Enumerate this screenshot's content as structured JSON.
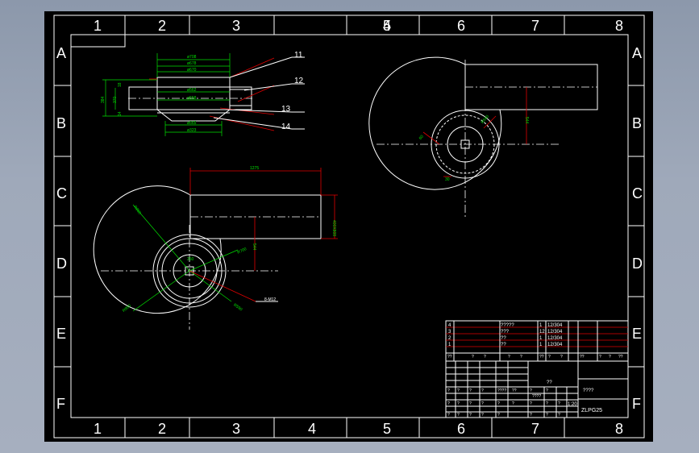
{
  "frame": {
    "columns": [
      "1",
      "2",
      "3",
      "4",
      "5",
      "6",
      "7",
      "8"
    ],
    "rows": [
      "A",
      "B",
      "C",
      "D",
      "E",
      "F"
    ]
  },
  "colors": {
    "background": "#000000",
    "lines": "#ffffff",
    "dimensions": "#00e000",
    "leaders": "#e00000"
  },
  "callouts": {
    "n11": "11",
    "n12": "12",
    "n13": "13",
    "n14": "14"
  },
  "dims_section": {
    "d1": "ø708",
    "d2": "ø678",
    "d3": "ø670",
    "d4": "ø562",
    "d5": "ø558",
    "d6": "ø565",
    "d7": "ø323",
    "h1": "384",
    "h2": "370",
    "h3": "18",
    "h4": "14"
  },
  "dims_plan": {
    "w1": "1275",
    "r1": "R950",
    "r2": "R850",
    "r3": "R700",
    "r4": "R590",
    "a1": "544",
    "a2": "400X808",
    "a3": "250",
    "note": "8-M12"
  },
  "dims_side": {
    "s1": "544",
    "s2": "60",
    "s3": "30",
    "s4": "R500"
  },
  "bom": [
    [
      "4",
      "?????",
      "1",
      "12/304"
    ],
    [
      "3",
      "???",
      "12",
      "12/304"
    ],
    [
      "2",
      "??",
      "1",
      "12/304"
    ],
    [
      "1",
      "??",
      "1",
      "12/304"
    ]
  ],
  "bom_header": [
    "??",
    "?",
    "?",
    "?",
    "?",
    "??",
    "?",
    "?",
    "??",
    "?",
    "?",
    "??"
  ],
  "title_block": {
    "title": "??",
    "company": "????",
    "drawing_no": "ZLPG25",
    "scale": "1:20",
    "row_a": [
      "?",
      "?",
      "?",
      "?",
      "????",
      "??",
      "?",
      "?"
    ],
    "row_b": [
      "?",
      "?",
      "?",
      "?",
      "?",
      "?",
      "?",
      "?",
      "?"
    ],
    "row_c": "????",
    "row_d": [
      "?",
      "?",
      "?",
      "?",
      "?",
      "?",
      "?",
      "?"
    ]
  }
}
